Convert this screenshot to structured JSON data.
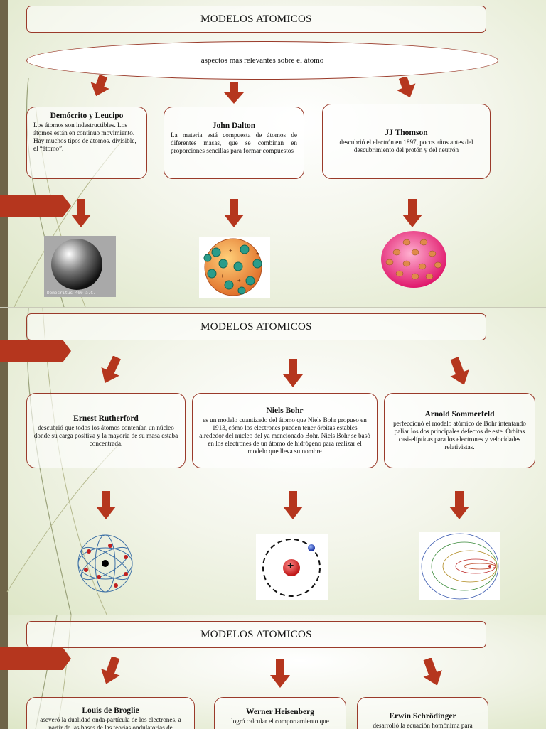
{
  "slide1": {
    "title": "MODELOS ATOMICOS",
    "subtitle": "aspectos más relevantes sobre el átomo",
    "cards": [
      {
        "name": "Demócrito y  Leucipo",
        "text": "Los átomos son indestructibles. Los átomos están en continuo movimiento.\nHay muchos tipos de átomos. divisible, el “átomo”."
      },
      {
        "name": "John Dalton",
        "text": "La materia está compuesta de átomos de diferentes masas, que se combinan en proporciones sencillas para formar compuestos"
      },
      {
        "name": "JJ Thomson",
        "text": "descubrió el electrón en 1897, pocos años antes del descubrimiento del protón y del neutrón"
      }
    ],
    "image_caption": "Democritus 400 a.C."
  },
  "slide2": {
    "title": "MODELOS ATOMICOS",
    "cards": [
      {
        "name": "Ernest Rutherford",
        "text": "descubrió que todos los átomos contenían un núcleo donde su carga positiva y la mayoría de su masa estaba concentrada."
      },
      {
        "name": "Niels Bohr",
        "text": "es un modelo cuantizado del átomo que Niels Bohr propuso en 1913, cómo los electrones pueden tener órbitas estables alrededor del núcleo del ya mencionado Bohr. Niels Bohr se basó en los electrones de un átomo de hidrógeno para realizar el modelo que lleva su nombre"
      },
      {
        "name": "Arnold Sommerfeld",
        "text": "perfeccionó el modelo atómico de Bohr intentando paliar los dos principales defectos de este. Órbitas casi-elípticas para los electrones y velocidades relativistas."
      }
    ],
    "bohr_nucleus_symbol": "+"
  },
  "slide3": {
    "title": "MODELOS ATOMICOS",
    "cards": [
      {
        "name": "Louis de Broglie",
        "text": "aseveró la dualidad onda-partícula de los electrones, a partir de las bases de las teorías ondulatorias de"
      },
      {
        "name": "Werner Heisenberg",
        "text": "logró calcular el comportamiento que"
      },
      {
        "name": "Erwin Schrödinger",
        "text": "desarrolló la ecuación homónima para"
      }
    ]
  },
  "colors": {
    "accent": "#b5361e",
    "border": "#9a3a2a",
    "bar": "#6e6448"
  }
}
